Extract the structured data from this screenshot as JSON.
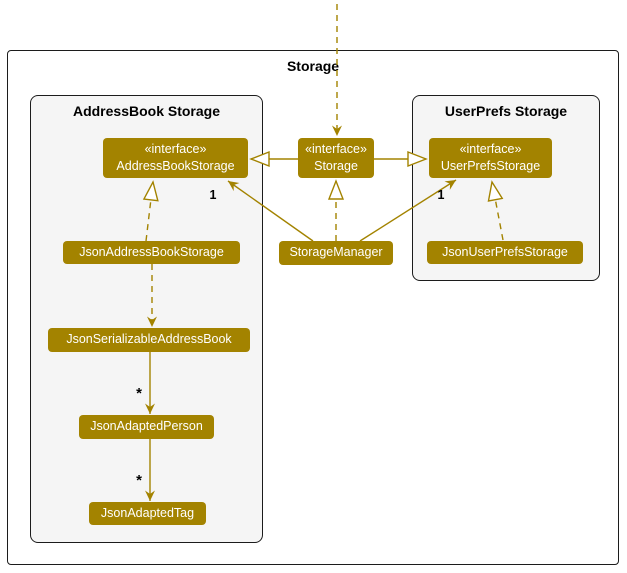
{
  "diagram": {
    "title": "Storage",
    "packages": [
      {
        "name": "AddressBook Storage"
      },
      {
        "name": "UserPrefs Storage"
      }
    ],
    "interfaces": [
      {
        "stereotype": "«interface»",
        "name": "AddressBookStorage"
      },
      {
        "stereotype": "«interface»",
        "name": "Storage"
      },
      {
        "stereotype": "«interface»",
        "name": "UserPrefsStorage"
      }
    ],
    "classes": [
      {
        "name": "JsonAddressBookStorage"
      },
      {
        "name": "StorageManager"
      },
      {
        "name": "JsonUserPrefsStorage"
      },
      {
        "name": "JsonSerializableAddressBook"
      },
      {
        "name": "JsonAdaptedPerson"
      },
      {
        "name": "JsonAdaptedTag"
      }
    ],
    "multiplicities": {
      "storagemanager_to_addressbookstorage": "1",
      "storagemanager_to_userprefsstorage": "1",
      "serializable_to_adaptedperson": "*",
      "adaptedperson_to_adaptedtag": "*"
    },
    "colors": {
      "node_fill": "#A38300",
      "node_text": "#FFFFFF",
      "edge": "#A38300",
      "package_fill": "#F5F5F5",
      "package_border": "#1C1C1C"
    }
  }
}
